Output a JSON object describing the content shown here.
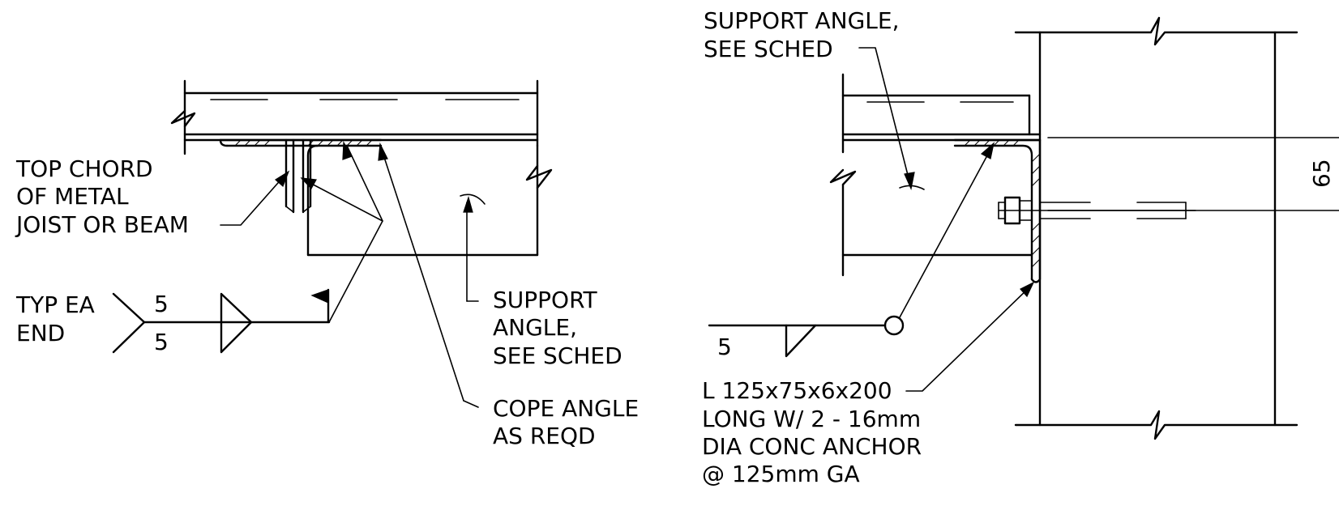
{
  "left_detail": {
    "label_top_chord": [
      "TOP CHORD",
      "OF METAL",
      "JOIST OR BEAM"
    ],
    "label_typ": [
      "TYP EA",
      "END"
    ],
    "weld_size_upper": "5",
    "weld_size_lower": "5",
    "label_support": [
      "SUPPORT",
      "ANGLE,",
      "SEE SCHED"
    ],
    "label_cope": [
      "COPE ANGLE",
      "AS REQD"
    ]
  },
  "right_detail": {
    "label_support": [
      "SUPPORT ANGLE,",
      "SEE SCHED"
    ],
    "weld_size": "5",
    "label_angle": [
      "L 125x75x6x200",
      "LONG W/ 2 - 16mm",
      "DIA CONC ANCHOR",
      "@ 125mm GA"
    ],
    "dimension": "65"
  }
}
